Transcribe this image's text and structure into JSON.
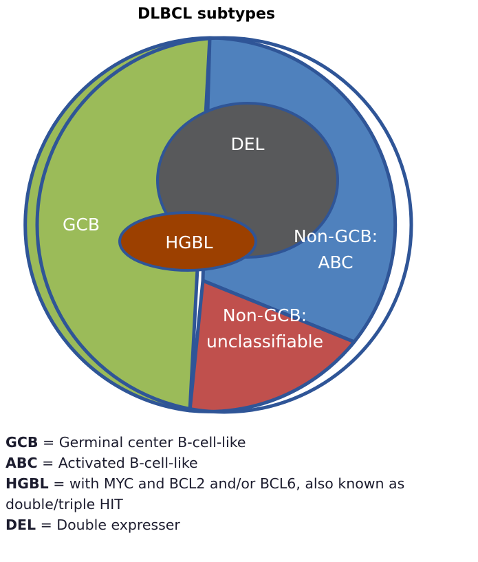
{
  "title": "DLBCL subtypes",
  "regions": {
    "gcb": {
      "label": "GCB",
      "color": "#9bbb59"
    },
    "abc": {
      "label_line1": "Non-GCB:",
      "label_line2": "ABC",
      "color": "#4f81bd"
    },
    "unclassifiable": {
      "label_line1": "Non-GCB:",
      "label_line2": "unclassifiable",
      "color": "#c0504d"
    },
    "del": {
      "label": "DEL",
      "color": "#58595b"
    },
    "hgbl": {
      "label": "HGBL",
      "color": "#9c4000"
    },
    "outline_color": "#2f5597"
  },
  "legend": [
    {
      "term": "GCB",
      "definition": " = Germinal center B-cell-like"
    },
    {
      "term": "ABC",
      "definition": " = Activated B-cell-like"
    },
    {
      "term": "HGBL",
      "definition": " = with MYC and BCL2 and/or BCL6, also known as double/triple HIT"
    },
    {
      "term": "DEL",
      "definition": " = Double expresser"
    }
  ]
}
